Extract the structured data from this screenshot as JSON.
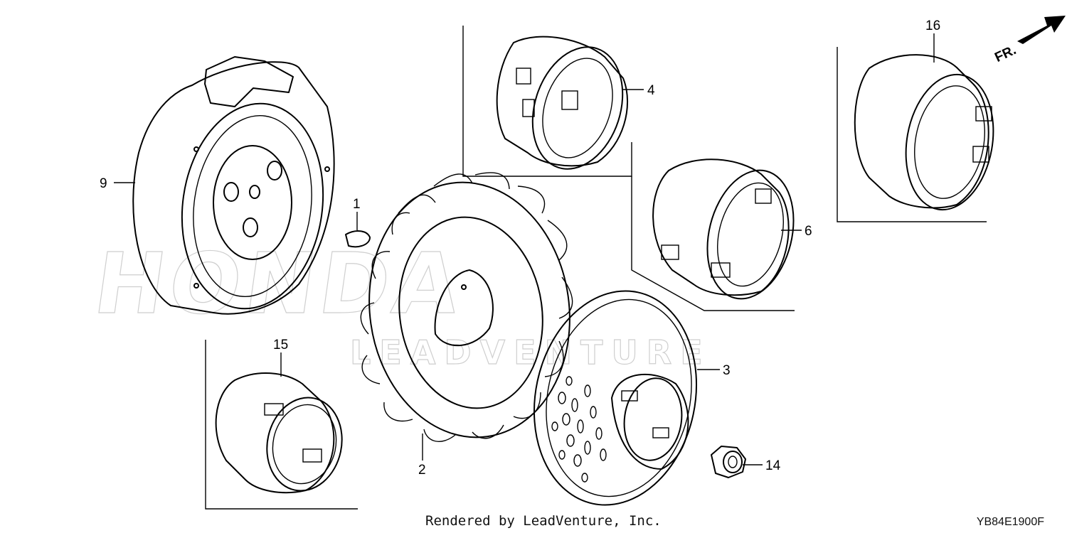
{
  "diagram": {
    "callouts": [
      {
        "id": "p9",
        "label": "9"
      },
      {
        "id": "p1",
        "label": "1"
      },
      {
        "id": "p4",
        "label": "4"
      },
      {
        "id": "p16",
        "label": "16"
      },
      {
        "id": "p6",
        "label": "6"
      },
      {
        "id": "p15",
        "label": "15"
      },
      {
        "id": "p2",
        "label": "2"
      },
      {
        "id": "p3",
        "label": "3"
      },
      {
        "id": "p14",
        "label": "14"
      }
    ],
    "direction_label": "FR.",
    "watermark_brand": "HONDA",
    "watermark_vendor": "LEADVENTURE"
  },
  "footer": {
    "credit": "Rendered by LeadVenture, Inc.",
    "diagram_code": "YB84E1900F"
  }
}
